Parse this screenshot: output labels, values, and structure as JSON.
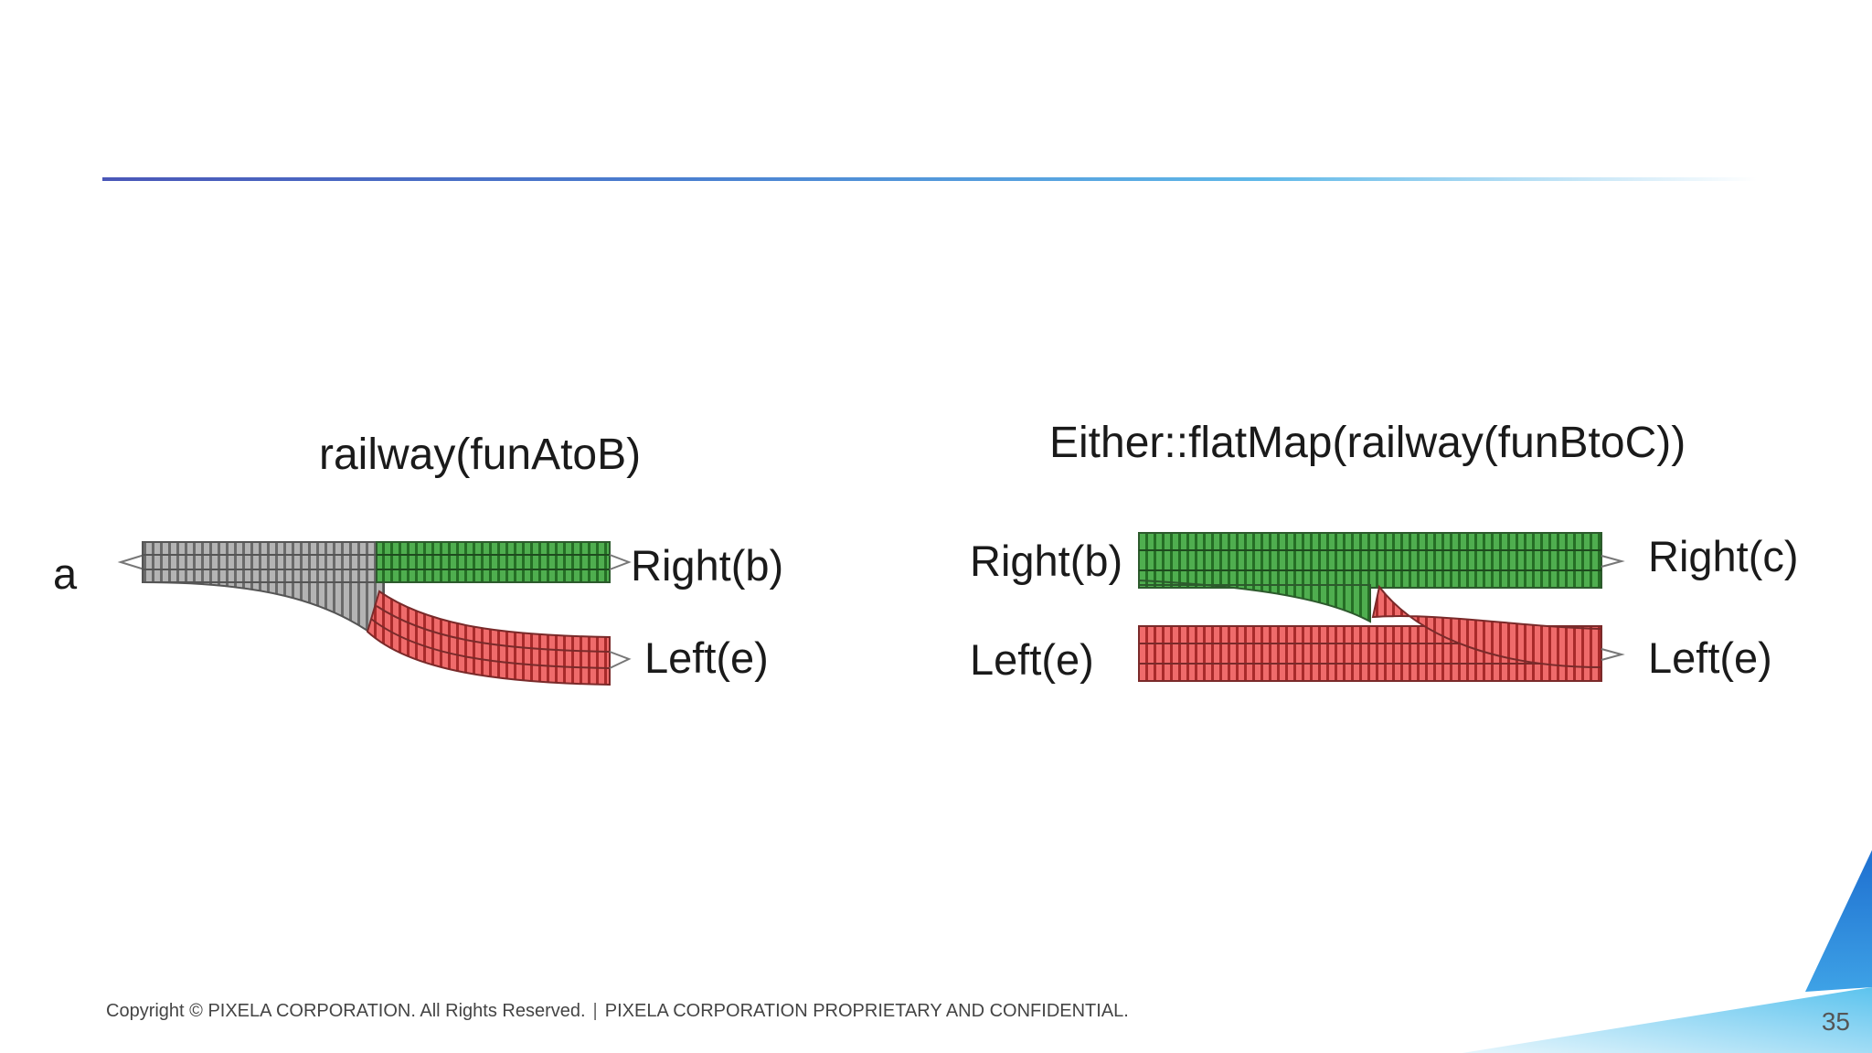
{
  "diagram": {
    "left_caption": "railway(funAtoB)",
    "right_caption": "Either::flatMap(railway(funBtoC))",
    "left": {
      "input_label": "a",
      "top_output_label": "Right(b)",
      "bottom_output_label": "Left(e)"
    },
    "right": {
      "top_input_label": "Right(b)",
      "bottom_input_label": "Left(e)",
      "top_output_label": "Right(c)",
      "bottom_output_label": "Left(e)"
    },
    "colors": {
      "gray_track": "#a6a6a6",
      "green_track": "#3f9a3f",
      "red_track": "#e05050",
      "divider_start": "#4a57b8",
      "divider_end": "#78c8f0",
      "corner_dark": "#1e6fd0",
      "corner_light": "#5cc3ee"
    }
  },
  "footer": {
    "copyright": "Copyright © PIXELA CORPORATION. All Rights Reserved.",
    "separator": "|",
    "confidential": "PIXELA CORPORATION PROPRIETARY AND CONFIDENTIAL.",
    "page_number": "35"
  }
}
